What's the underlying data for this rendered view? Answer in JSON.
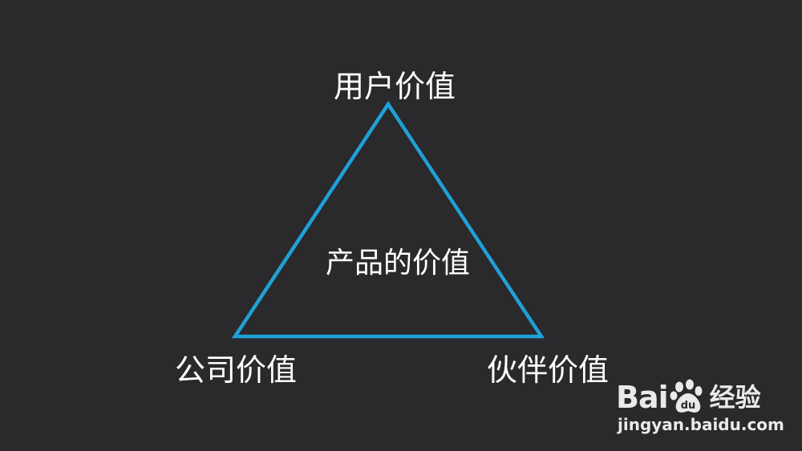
{
  "diagram": {
    "top_label": "用户价值",
    "center_label": "产品的价值",
    "left_label": "公司价值",
    "right_label": "伙伴价值",
    "triangle_color": "#1fa0d8",
    "background_color": "#2a292b",
    "text_color": "#ffffff"
  },
  "watermark": {
    "brand_left": "Bai",
    "brand_right": "经验",
    "url": "jingyan.baidu.com"
  }
}
